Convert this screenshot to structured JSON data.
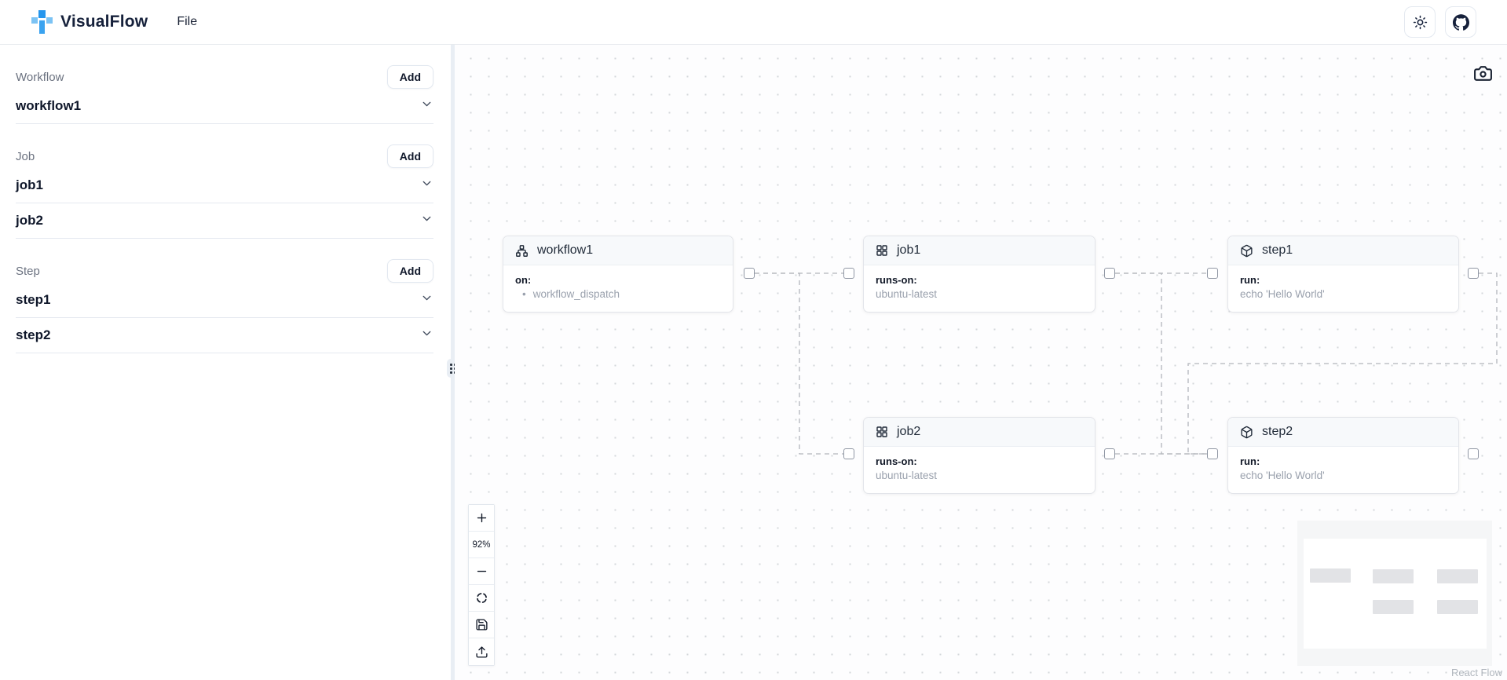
{
  "nav": {
    "brand": "VisualFlow",
    "menu": [
      {
        "label": "File"
      }
    ]
  },
  "sidebar": {
    "sections": [
      {
        "label": "Workflow",
        "add_label": "Add",
        "items": [
          {
            "name": "workflow1"
          }
        ]
      },
      {
        "label": "Job",
        "add_label": "Add",
        "items": [
          {
            "name": "job1"
          },
          {
            "name": "job2"
          }
        ]
      },
      {
        "label": "Step",
        "add_label": "Add",
        "items": [
          {
            "name": "step1"
          },
          {
            "name": "step2"
          }
        ]
      }
    ]
  },
  "canvas": {
    "zoom_level": "92%",
    "attribution": "React Flow",
    "nodes": [
      {
        "id": "workflow1",
        "type": "workflow",
        "icon": "workflow-icon",
        "title": "workflow1",
        "fields": [
          {
            "key": "on:",
            "value": "workflow_dispatch",
            "bulleted": true
          }
        ]
      },
      {
        "id": "job1",
        "type": "job",
        "icon": "grid-icon",
        "title": "job1",
        "fields": [
          {
            "key": "runs-on:",
            "value": "ubuntu-latest",
            "bulleted": false
          }
        ]
      },
      {
        "id": "step1",
        "type": "step",
        "icon": "box-icon",
        "title": "step1",
        "fields": [
          {
            "key": "run:",
            "value": "echo 'Hello World'",
            "bulleted": false
          }
        ]
      },
      {
        "id": "job2",
        "type": "job",
        "icon": "grid-icon",
        "title": "job2",
        "fields": [
          {
            "key": "runs-on:",
            "value": "ubuntu-latest",
            "bulleted": false
          }
        ]
      },
      {
        "id": "step2",
        "type": "step",
        "icon": "box-icon",
        "title": "step2",
        "fields": [
          {
            "key": "run:",
            "value": "echo 'Hello World'",
            "bulleted": false
          }
        ]
      }
    ],
    "edges": [
      {
        "source": "workflow1",
        "target": "job1"
      },
      {
        "source": "workflow1",
        "target": "job2"
      },
      {
        "source": "job1",
        "target": "step1"
      },
      {
        "source": "job1",
        "target": "step2"
      },
      {
        "source": "job2",
        "target": "step2"
      },
      {
        "source": "step1",
        "target": "step2"
      }
    ]
  },
  "colors": {
    "logo_dark_blue": "#2596ed",
    "logo_light_blue": "#7cc3f4",
    "edge_gray": "#b3b6bc",
    "text_dark": "#111827",
    "muted": "#6b7280"
  }
}
